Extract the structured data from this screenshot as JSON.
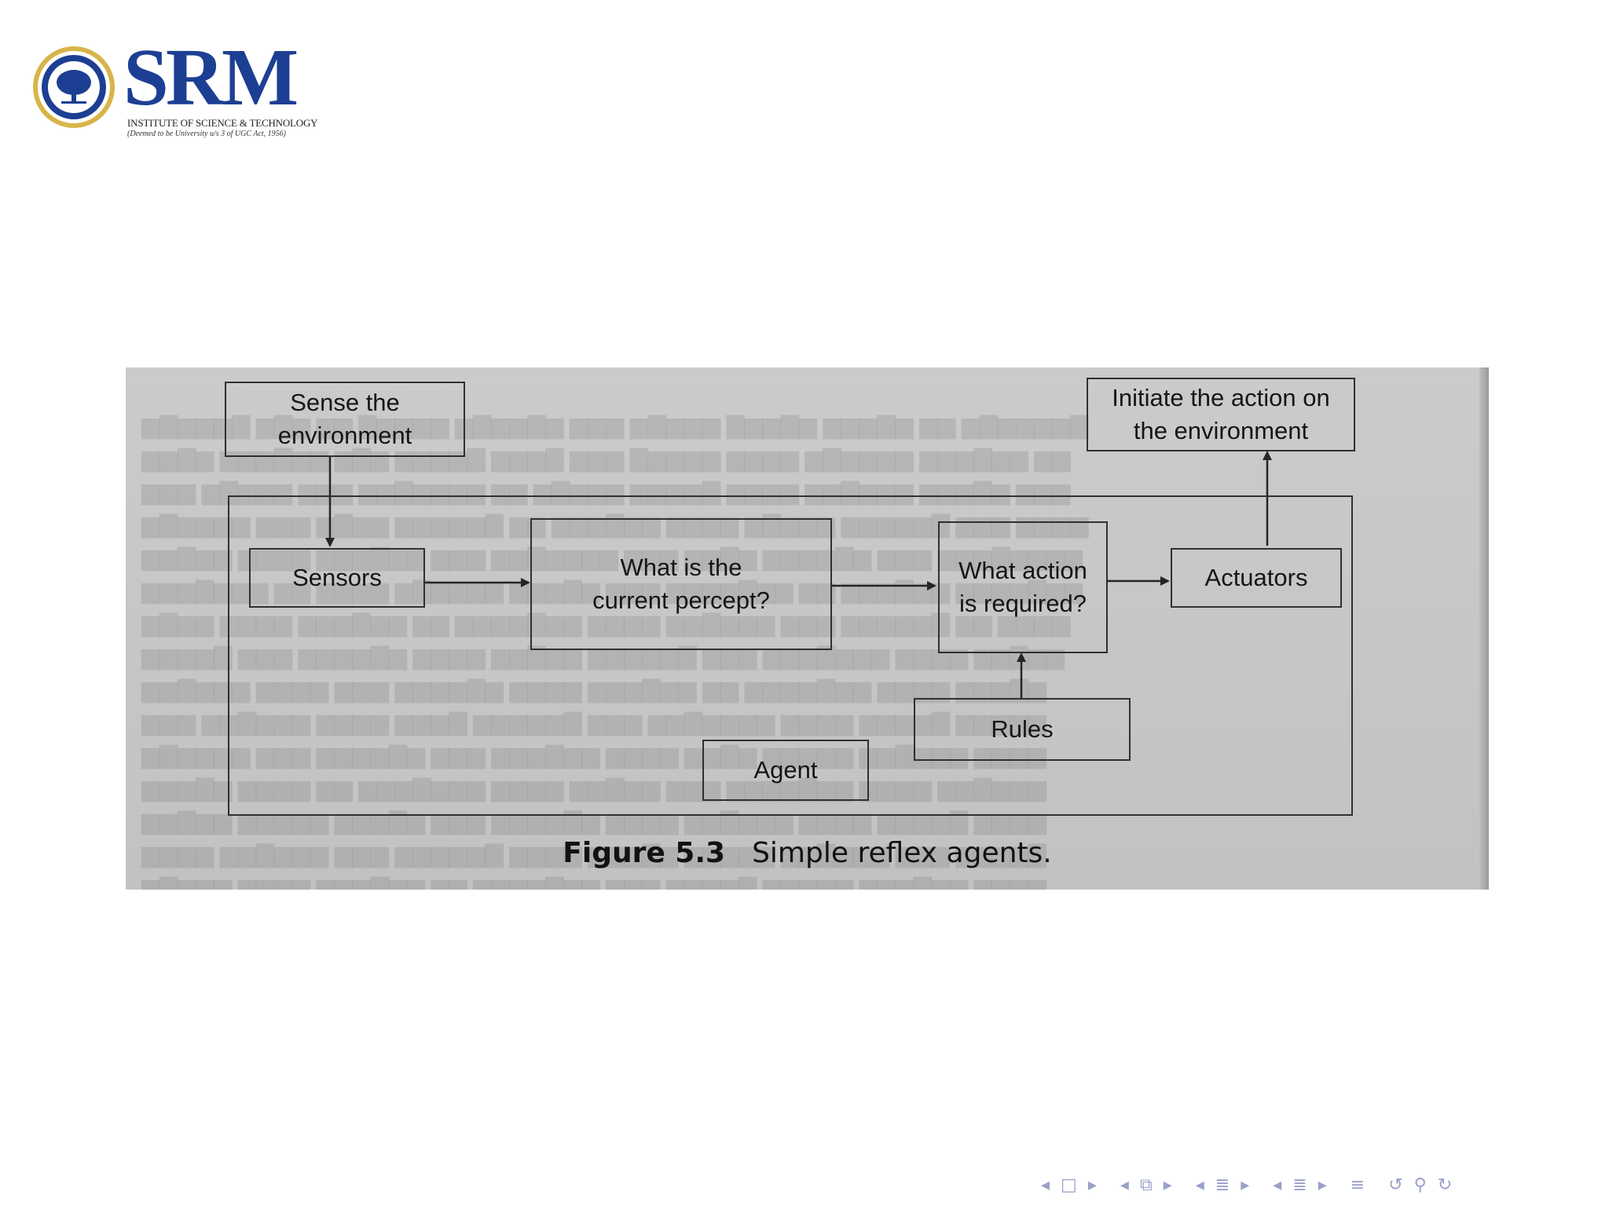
{
  "logo": {
    "wordmark": "SRM",
    "line1": "INSTITUTE OF SCIENCE & TECHNOLOGY",
    "line2": "(Deemed to be University u/s 3 of UGC Act, 1956)",
    "colors": {
      "blue": "#1d3f93",
      "gold": "#d8b44a"
    }
  },
  "diagram": {
    "nodes": {
      "sense": "Sense the environment",
      "initiate": "Initiate the action on the environment",
      "sensors": "Sensors",
      "percept": "What is the current percept?",
      "action": "What action is required?",
      "actuators": "Actuators",
      "rules": "Rules",
      "agent": "Agent"
    },
    "edges": [
      [
        "sense",
        "sensors"
      ],
      [
        "sensors",
        "percept"
      ],
      [
        "percept",
        "action"
      ],
      [
        "action",
        "actuators"
      ],
      [
        "rules",
        "action"
      ],
      [
        "actuators",
        "initiate"
      ]
    ],
    "caption": {
      "number": "Figure 5.3",
      "text": "Simple reflex agents."
    }
  },
  "nav": {
    "icons": [
      "nav-left-icon",
      "frame-icon",
      "nav-right-icon",
      "nav-left-icon",
      "subsection-icon",
      "nav-right-icon",
      "nav-left-icon",
      "section-icon",
      "nav-right-icon",
      "nav-left-icon",
      "section-icon",
      "nav-right-icon",
      "menu-icon",
      "undo-icon",
      "search-icon",
      "redo-icon"
    ],
    "color": "#9aa0c8"
  }
}
